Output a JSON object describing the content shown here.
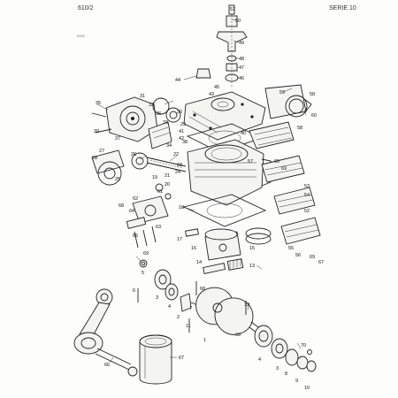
{
  "header": {
    "left": "610/2",
    "right": "SERIE 10",
    "mark": "0900"
  },
  "callouts": [
    {
      "id": "c51",
      "label": "51"
    },
    {
      "id": "c50",
      "label": "50"
    },
    {
      "id": "c49",
      "label": "49"
    },
    {
      "id": "c48",
      "label": "48"
    },
    {
      "id": "c47",
      "label": "47"
    },
    {
      "id": "c46",
      "label": "46"
    },
    {
      "id": "c44",
      "label": "44"
    },
    {
      "id": "c45",
      "label": "45"
    },
    {
      "id": "c43",
      "label": "43"
    },
    {
      "id": "c59",
      "label": "59"
    },
    {
      "id": "c58a",
      "label": "58"
    },
    {
      "id": "c60",
      "label": "60"
    },
    {
      "id": "c35",
      "label": "35"
    },
    {
      "id": "c31",
      "label": "31"
    },
    {
      "id": "c32",
      "label": "32"
    },
    {
      "id": "c30",
      "label": "30"
    },
    {
      "id": "c36",
      "label": "36"
    },
    {
      "id": "c33",
      "label": "33"
    },
    {
      "id": "c29",
      "label": "29"
    },
    {
      "id": "c39",
      "label": "39"
    },
    {
      "id": "c37",
      "label": "37"
    },
    {
      "id": "c34",
      "label": "34"
    },
    {
      "id": "c38",
      "label": "38"
    },
    {
      "id": "c41",
      "label": "41"
    },
    {
      "id": "c42",
      "label": "42"
    },
    {
      "id": "c40",
      "label": "40"
    },
    {
      "id": "c58b",
      "label": "58"
    },
    {
      "id": "c27",
      "label": "27"
    },
    {
      "id": "c28",
      "label": "28"
    },
    {
      "id": "c26",
      "label": "26"
    },
    {
      "id": "c22",
      "label": "22"
    },
    {
      "id": "c23",
      "label": "23"
    },
    {
      "id": "c24",
      "label": "24"
    },
    {
      "id": "c25",
      "label": "25"
    },
    {
      "id": "c19",
      "label": "19"
    },
    {
      "id": "c21",
      "label": "21"
    },
    {
      "id": "c20",
      "label": "20"
    },
    {
      "id": "c57",
      "label": "57"
    },
    {
      "id": "c65",
      "label": "65"
    },
    {
      "id": "c69a",
      "label": "69"
    },
    {
      "id": "c53",
      "label": "53"
    },
    {
      "id": "c54",
      "label": "54"
    },
    {
      "id": "c52",
      "label": "52"
    },
    {
      "id": "c55",
      "label": "55"
    },
    {
      "id": "c68a",
      "label": "68"
    },
    {
      "id": "c62",
      "label": "62"
    },
    {
      "id": "c61",
      "label": "61"
    },
    {
      "id": "c64",
      "label": "64"
    },
    {
      "id": "c63",
      "label": "63"
    },
    {
      "id": "c65b",
      "label": "65"
    },
    {
      "id": "c18",
      "label": "18"
    },
    {
      "id": "c17",
      "label": "17"
    },
    {
      "id": "c16",
      "label": "16"
    },
    {
      "id": "c15",
      "label": "15"
    },
    {
      "id": "c14",
      "label": "14"
    },
    {
      "id": "c13",
      "label": "13"
    },
    {
      "id": "c56",
      "label": "56"
    },
    {
      "id": "c69b",
      "label": "69"
    },
    {
      "id": "c67a",
      "label": "67"
    },
    {
      "id": "c69c",
      "label": "69"
    },
    {
      "id": "c5",
      "label": "5"
    },
    {
      "id": "c6",
      "label": "6"
    },
    {
      "id": "c3",
      "label": "3"
    },
    {
      "id": "c4",
      "label": "4"
    },
    {
      "id": "c68b",
      "label": "68"
    },
    {
      "id": "c2",
      "label": "2"
    },
    {
      "id": "c7",
      "label": "7"
    },
    {
      "id": "c11",
      "label": "11"
    },
    {
      "id": "c12",
      "label": "12"
    },
    {
      "id": "c68c",
      "label": "68"
    },
    {
      "id": "c1",
      "label": "1"
    },
    {
      "id": "c70",
      "label": "70"
    },
    {
      "id": "c4b",
      "label": "4"
    },
    {
      "id": "c3b",
      "label": "3"
    },
    {
      "id": "c8",
      "label": "8"
    },
    {
      "id": "c9",
      "label": "9"
    },
    {
      "id": "c10",
      "label": "10"
    },
    {
      "id": "c66",
      "label": "66"
    },
    {
      "id": "c67b",
      "label": "67"
    }
  ]
}
